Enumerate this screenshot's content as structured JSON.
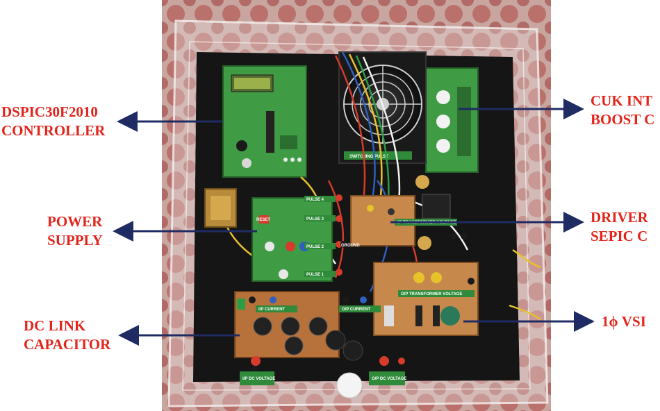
{
  "callouts": {
    "dspic": {
      "line1": "DSPIC30F2010",
      "line2": "CONTROLLER"
    },
    "power": {
      "line1": "POWER",
      "line2": "SUPPLY"
    },
    "dclink": {
      "line1": "DC LINK",
      "line2": "CAPACITOR"
    },
    "cuk": {
      "line1": "CUK INT",
      "line2": "BOOST C"
    },
    "driver": {
      "line1": "DRIVER",
      "line2": "SEPIC C"
    },
    "vsi": {
      "line1": "1ϕ VSI"
    }
  },
  "board_labels": {
    "pulse4": "PULSE 4",
    "pulse3": "PULSE 3",
    "pulse2": "PULSE 2",
    "pulse1": "PULSE 1",
    "reset": "RESET",
    "ground": "GROUND",
    "ip_current": "I/P CURRENT",
    "op_current": "O/P CURRENT",
    "ip_transformer_voltage": "I/P TRANSFORMER VOLTAGE",
    "op_transformer_voltage": "O/P TRANSFORMER VOLTAGE",
    "switching_pulse": "SWITCHING PULSE",
    "ip_dc_voltage": "I/P DC VOLTAGE",
    "op_dc_voltage": "O/P DC VOLTAGE"
  },
  "colors": {
    "label_text": "#e3241b",
    "arrow": "#1f2b63",
    "pcb_green": "#2f8a3a",
    "pcb_brown": "#b5733a",
    "board_base": "#141414"
  },
  "icons": {
    "arrow": "arrow-icon"
  }
}
